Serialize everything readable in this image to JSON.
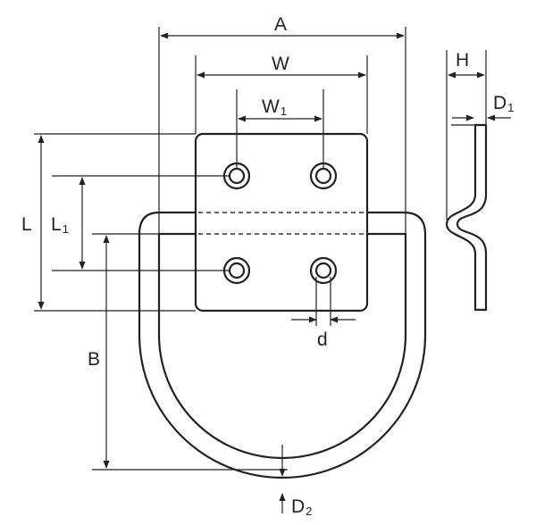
{
  "labels": {
    "A": "A",
    "W": "W",
    "W1": "W",
    "W1_sub": "1",
    "H": "H",
    "D1": "D",
    "D1_sub": "1",
    "L": "L",
    "L1": "L",
    "L1_sub": "1",
    "B": "B",
    "d": "d",
    "D2": "D",
    "D2_sub": "2"
  }
}
